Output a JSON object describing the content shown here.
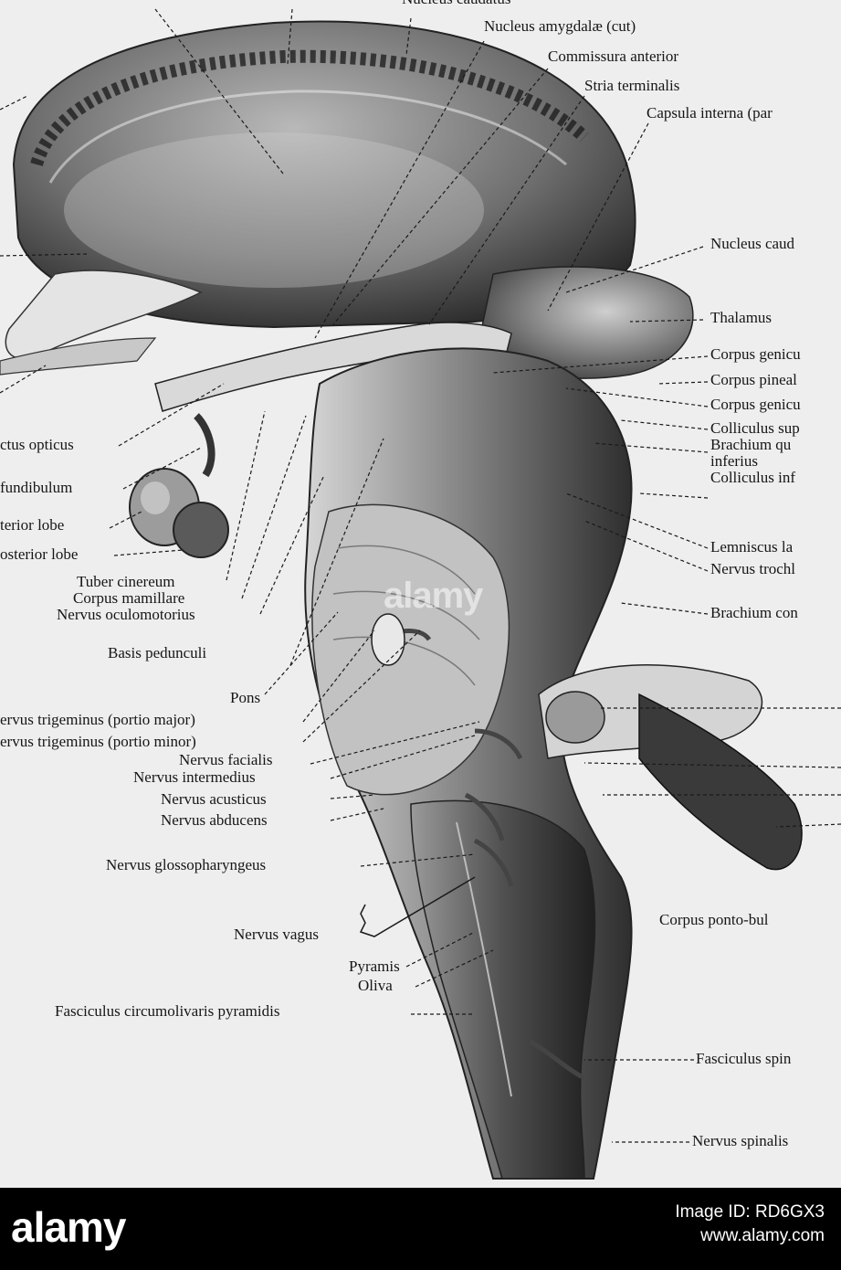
{
  "labels": {
    "nucleus_caudatus_top": "Nucleus caudatus",
    "nucleus_amygdalae": "Nucleus amygdalæ (cut)",
    "commissura_anterior": "Commissura anterior",
    "stria_terminalis": "Stria terminalis",
    "capsula_interna": "Capsula interna (par",
    "nucleus_caudatus_right": "Nucleus caud",
    "thalamus": "Thalamus",
    "corpus_geniculatum_1": "Corpus genicu",
    "corpus_pineale": "Corpus pineal",
    "corpus_geniculatum_2": "Corpus genicu",
    "colliculus_superior": "Colliculus sup",
    "brachium_quadrigeminum": "Brachium qu",
    "inferius": "inferius",
    "colliculus_inferior": "Colliculus inf",
    "lemniscus_lateralis": "Lemniscus la",
    "nervus_trochlearis": "Nervus trochl",
    "brachium_conjunctivum": "Brachium con",
    "tractus_opticus": "ctus opticus",
    "infundibulum": "fundibulum",
    "anterior_lobe": "terior lobe",
    "posterior_lobe": "osterior lobe",
    "tuber_cinereum": "Tuber cinereum",
    "corpus_mamillare": "Corpus mamillare",
    "nervus_oculomotorius": "Nervus oculomotorius",
    "basis_pedunculi": "Basis pedunculi",
    "pons": "Pons",
    "trigeminus_major": "ervus trigeminus (portio major)",
    "trigeminus_minor": "ervus trigeminus (portio minor)",
    "nervus_facialis": "Nervus facialis",
    "nervus_intermedius": "Nervus intermedius",
    "nervus_acusticus": "Nervus acusticus",
    "nervus_abducens": "Nervus abducens",
    "nervus_glossopharyngeus": "Nervus glossopharyngeus",
    "nervus_vagus": "Nervus vagus",
    "pyramis": "Pyramis",
    "oliva": "Oliva",
    "fasciculus_circumolivaris": "Fasciculus circumolivaris pyramidis",
    "corpus_ponto_bulbare": "Corpus ponto-bul",
    "fasciculus_spinalis": "Fasciculus spin",
    "nervus_spinalis": "Nervus spinalis"
  },
  "watermark": "alamy",
  "footer": {
    "brand": "alamy",
    "image_id_label": "Image ID: RD6GX3",
    "site": "www.alamy.com"
  },
  "colors": {
    "footer_bg": "#000000",
    "plate_bg": "#eeeeee",
    "ink": "#161616"
  }
}
